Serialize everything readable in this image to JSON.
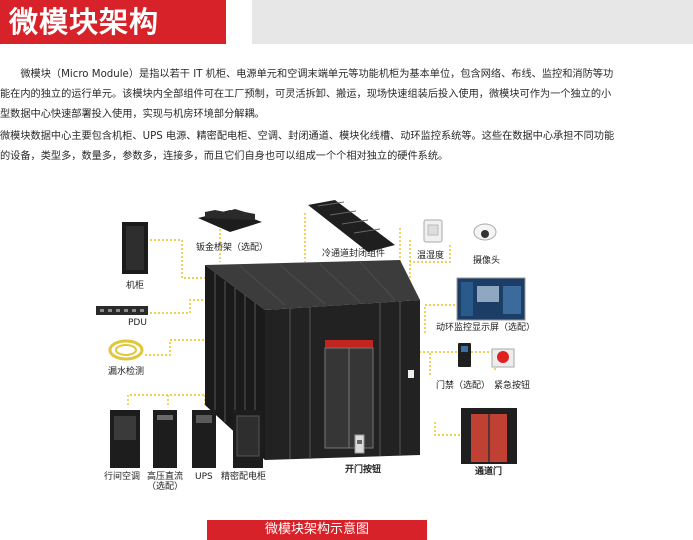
{
  "header": {
    "title": "微模块架构"
  },
  "intro": {
    "lines": [
      "　　微模块（Micro Module）是指以若干 IT 机柜、电源单元和空调末端单元等功能机柜为基本单位，包含网络、布线、监控和消防等功",
      "能在内的独立的运行单元。该模块内全部组件可在工厂预制，可灵活拆卸、搬运，现场快速组装后投入使用，微模块可作为一个独立的小",
      "型数据中心快速部署投入使用，实现与机房环境部分解耦。",
      "微模块数据中心主要包含机柜、UPS 电源、精密配电柜、空调、封闭通道、模块化线槽、动环监控系统等。这些在数据中心承担不同功能",
      "的设备，类型多，数量多，参数多，连接多，而且它们自身也可以组成一个个相对独立的硬件系统。"
    ]
  },
  "diagram": {
    "labels": {
      "cabinet": "机柜",
      "pdu": "PDU",
      "leak": "漏水检测",
      "tray": "钣金桥架（选配）",
      "cold_aisle": "冷通道封闭组件",
      "temp": "温湿度",
      "camera": "摄像头",
      "monitor": "动环监控显示屏（选配）",
      "door_access": "门禁（选配）",
      "emergency": "紧急按钮",
      "door_button": "开门按钮",
      "aisle_door": "通道门",
      "row_ac": "行间空调",
      "hvdc_1": "高压直流",
      "hvdc_2": "（选配）",
      "ups": "UPS",
      "pdc": "精密配电柜"
    },
    "colors": {
      "accent": "#d8222a",
      "leader_line": "#e8c21a"
    }
  },
  "caption": "微模块架构示意图"
}
